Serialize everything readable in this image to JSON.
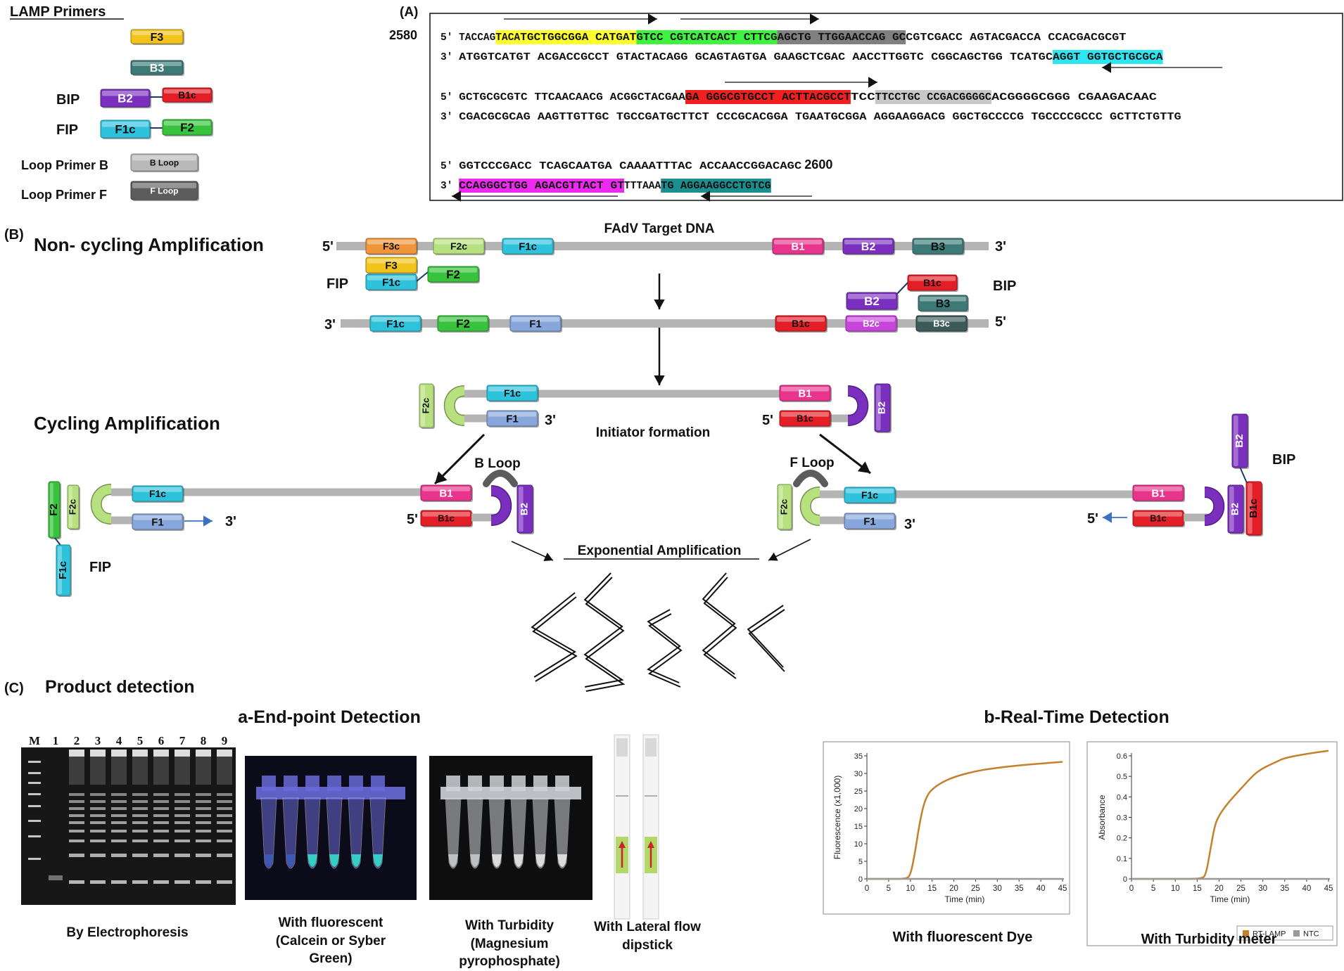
{
  "colors": {
    "F3": "#f2c318",
    "B3": "#3c7a78",
    "B2": "#7b2fbe",
    "B1c": "#e41e26",
    "F1c": "#2ec2dc",
    "F2": "#37c33b",
    "BLoop": "#b9b9b9",
    "FLoop": "#5c5c5c",
    "F3c": "#f0953a",
    "F2c": "#b7e07e",
    "F1": "#86a6dc",
    "B1": "#e8348c",
    "B2c": "#c845dc",
    "B3c": "#3b5a58",
    "hlYellow": "#ffff2b",
    "hlGreen": "#3ff23f",
    "hlGray": "#808080",
    "hlRed": "#f21f1f",
    "hlLightGray": "#c8c8c8",
    "hlCyan": "#2ee6f2",
    "hlMagenta": "#ee2af0",
    "hlTeal": "#1c8e8e",
    "rtLamp": "#c4812c",
    "ntc": "#9a9a9a",
    "dna": "#b4b4b4"
  },
  "legend": {
    "title": "LAMP Primers",
    "rows": [
      {
        "label": "",
        "parts": [
          "F3"
        ]
      },
      {
        "label": "",
        "parts": [
          "B3"
        ]
      },
      {
        "label": "BIP",
        "parts": [
          "B2",
          "B1c"
        ]
      },
      {
        "label": "FIP",
        "parts": [
          "F1c",
          "F2"
        ]
      },
      {
        "label": "Loop Primer B",
        "parts": [
          "B Loop"
        ]
      },
      {
        "label": "Loop Primer F",
        "parts": [
          "F Loop"
        ]
      }
    ]
  },
  "panelA": {
    "label": "(A)",
    "num_start": "2580",
    "num_end": "2600",
    "rows": [
      [
        {
          "p": "5' ",
          "segs": [
            [
              "TACCAG",
              ""
            ],
            [
              "TACA",
              "hlYellow"
            ],
            [
              " TGCTGGCGGA  CATGAT",
              "hlYellow"
            ],
            [
              "GTCC  CGTCATCACT  CTTCG",
              "hlGreen"
            ],
            [
              "AGCTG  TTGGAACCAG  GC",
              "hlGray"
            ],
            [
              "CGTCGACC   AGTACGACCA    CCACGACGCGT",
              ""
            ]
          ]
        },
        {
          "p": "3' ",
          "segs": [
            [
              "ATGGTCATGT   ACGACCGCCT   GTACTACAGG   GCAGTAGTGA   GAAGCTCGAC   AACCTTGGTC   CGGCAGCTGG   TCATGC",
              ""
            ],
            [
              "AGGT   GGTGCTGCGCA",
              "hlCyan"
            ]
          ]
        }
      ],
      [
        {
          "p": "5' ",
          "segs": [
            [
              "GCTGCGCGTC   TTCAACAACG   ACGGCTACGAA",
              ""
            ],
            [
              "GA  GGGCGTGCCT   ACTTACGCCT",
              "hlRed"
            ],
            [
              " TCC",
              ""
            ],
            [
              "TTCCTGC  CCGACGGGGC",
              "hlLightGray"
            ],
            [
              "  ACGGGGCGGG     CGAAGACAAC",
              ""
            ]
          ]
        },
        {
          "p": "3' ",
          "segs": [
            [
              "CGACGCGCAG   AAGTTGTTGC   TGCCGATGCTTCT   CCCGCACGGA   TGAATGCGGA   AGGAAGGACG   GGCTGCCCCG   TGCCCCGCCC    GCTTCTGTTG",
              ""
            ]
          ]
        }
      ],
      [
        {
          "p": "5' ",
          "segs": [
            [
              "GGTCCCGACC    TCAGCAATGA    CAAAATTTAC    ACCAACCGGACAGC",
              ""
            ]
          ]
        },
        {
          "p": "3' ",
          "segs": [
            [
              "CCAGGGCTGG   AGACGTTACT  GT",
              "hlMagenta"
            ],
            [
              "TTTAAA",
              ""
            ],
            [
              "TG  AGGAAGGCCTGTCG",
              "hlTeal"
            ]
          ]
        }
      ]
    ]
  },
  "panelB": {
    "label": "(B)",
    "title": "Non- cycling Amplification",
    "cycling_title": "Cycling Amplification",
    "target_label": "FAdV Target DNA",
    "initiator_label": "Initiator formation",
    "exp_label": "Exponential Amplification",
    "fip": "FIP",
    "bip": "BIP",
    "b_loop": "B Loop",
    "f_loop": "F Loop",
    "five": "5'",
    "three": "3'"
  },
  "panelC": {
    "label": "(C)",
    "title": "Product detection",
    "endpoint_title": "a-End-point Detection",
    "realtime_title": "b-Real-Time Detection",
    "gel_lanes": [
      "M",
      "1",
      "2",
      "3",
      "4",
      "5",
      "6",
      "7",
      "8",
      "9"
    ],
    "captions": {
      "gel": "By Electrophoresis",
      "fluor": [
        "With fluorescent",
        "(Calcein or Syber",
        "Green)"
      ],
      "turb": [
        "With Turbidity",
        "(Magnesium",
        "pyrophosphate)"
      ],
      "dip": [
        "With Lateral flow",
        "dipstick"
      ],
      "rt1": "With fluorescent Dye",
      "rt2": "With Turbidity meter"
    }
  },
  "chart_data": [
    {
      "type": "line",
      "xlabel": "Time (min)",
      "ylabel": "Fluorescence (x1,000)",
      "xlim": [
        0,
        45
      ],
      "ylim": [
        0,
        35
      ],
      "xticks": [
        0,
        5,
        10,
        15,
        20,
        25,
        30,
        35,
        40,
        45
      ],
      "yticks": [
        0,
        5,
        10,
        15,
        20,
        25,
        30,
        35
      ],
      "series": [
        {
          "name": "RT-LAMP",
          "x": [
            0,
            5,
            9,
            10,
            11,
            12,
            13,
            14,
            15,
            17,
            20,
            25,
            30,
            35,
            40,
            45
          ],
          "y": [
            0,
            0,
            0,
            1,
            7,
            15,
            21,
            24,
            25.5,
            27.3,
            29,
            30.7,
            31.6,
            32.3,
            32.8,
            33.3
          ]
        },
        {
          "name": "NTC",
          "x": [
            0,
            45
          ],
          "y": [
            0,
            0
          ]
        }
      ]
    },
    {
      "type": "line",
      "xlabel": "Time (min)",
      "ylabel": "Absorbance",
      "xlim": [
        0,
        45
      ],
      "ylim": [
        0,
        0.6
      ],
      "xticks": [
        0,
        5,
        10,
        15,
        20,
        25,
        30,
        35,
        40,
        45
      ],
      "yticks": [
        0,
        0.1,
        0.2,
        0.3,
        0.4,
        0.5,
        0.6
      ],
      "legend_position": "bottom-right",
      "series": [
        {
          "name": "RT-LAMP",
          "x": [
            0,
            10,
            16,
            17,
            18,
            19,
            20,
            22,
            25,
            28,
            30,
            33,
            35,
            40,
            45
          ],
          "y": [
            0,
            0,
            0,
            0.02,
            0.14,
            0.26,
            0.31,
            0.37,
            0.44,
            0.51,
            0.54,
            0.57,
            0.59,
            0.61,
            0.625
          ]
        },
        {
          "name": "NTC",
          "x": [
            0,
            45
          ],
          "y": [
            0,
            0
          ]
        }
      ]
    }
  ]
}
